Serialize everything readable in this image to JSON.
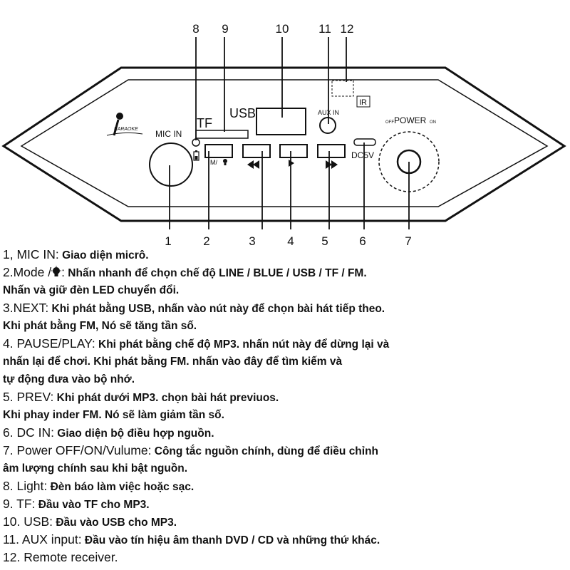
{
  "panel": {
    "callout_numbers": [
      "1",
      "2",
      "3",
      "4",
      "5",
      "6",
      "7",
      "8",
      "9",
      "10",
      "11",
      "12"
    ],
    "labels": {
      "karaoke": "KARAOKE",
      "mic_in": "MIC IN",
      "tf": "TF",
      "usb": "USB",
      "aux_in": "AUX IN",
      "ir": "IR",
      "dc5v": "DC5V",
      "power": "POWER",
      "off": "OFF",
      "on": "ON",
      "mode_button": "M/"
    }
  },
  "legend": [
    {
      "term": "1, MIC IN:",
      "desc": " Giao diện micrô."
    },
    {
      "term": "2.Mode /",
      "icon": "bulb-icon",
      "term_after": ":",
      "desc": " Nhấn nhanh để chọn chế độ LINE / BLUE / USB / TF / FM."
    },
    {
      "term": "",
      "desc": "Nhấn và giữ đèn LED chuyển đổi."
    },
    {
      "term": "3.NEXT:",
      "desc": " Khi phát bằng USB, nhấn vào nút này để chọn bài hát tiếp theo."
    },
    {
      "term": "",
      "desc": "Khi phát bằng FM, Nó sẽ tăng tần số."
    },
    {
      "term": "4.  PAUSE/PLAY:",
      "desc": " Khi phát bằng chế độ MP3. nhấn nút này để dừng lại và"
    },
    {
      "term": "",
      "desc": "nhấn lại để chơi. Khi phát bằng FM. nhấn vào đây để tìm kiếm và"
    },
    {
      "term": "",
      "desc": "tự động đưa vào bộ nhớ."
    },
    {
      "term": "5. PREV:",
      "desc": " Khi phát dưới MP3. chọn bài hát previuos."
    },
    {
      "term": "",
      "desc": "Khi phay inder FM. Nó sẽ làm giảm tần số."
    },
    {
      "term": "6. DC IN:",
      "desc": " Giao diện bộ điều hợp nguồn."
    },
    {
      "term": "7. Power OFF/ON/Vulume:",
      "desc": " Công tắc nguồn chính, dùng để điều chỉnh"
    },
    {
      "term": "",
      "desc": "âm lượng chính sau khi bật nguồn."
    },
    {
      "term": "8. Light:",
      "desc": " Đèn báo làm việc hoặc sạc."
    },
    {
      "term": "9. TF:",
      "desc": " Đầu vào TF cho MP3."
    },
    {
      "term": "10. USB:",
      "desc": " Đầu vào USB cho MP3."
    },
    {
      "term": "11. AUX input:",
      "desc": " Đầu vào tín hiệu âm thanh DVD / CD và những thứ khác."
    },
    {
      "term": "12. Remote receiver.",
      "desc": ""
    }
  ]
}
